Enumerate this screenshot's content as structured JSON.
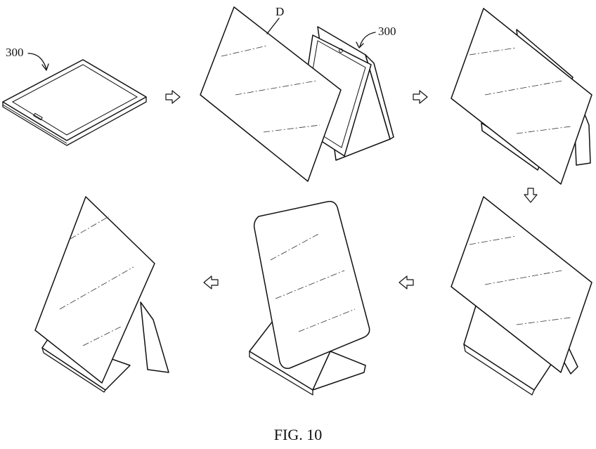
{
  "caption": "FIG. 10",
  "labels": {
    "device_ref_1": "300",
    "device_ref_2": "300",
    "display_ref": "D"
  },
  "steps": [
    {
      "id": 1,
      "state": "folded-flat"
    },
    {
      "id": 2,
      "state": "display-detached"
    },
    {
      "id": 3,
      "state": "display-mounted-landscape"
    },
    {
      "id": 4,
      "state": "stand-lowered-landscape"
    },
    {
      "id": 5,
      "state": "portrait-on-stand"
    },
    {
      "id": 6,
      "state": "portrait-tilted"
    }
  ],
  "arrows": [
    "right",
    "right",
    "down",
    "left",
    "left"
  ]
}
